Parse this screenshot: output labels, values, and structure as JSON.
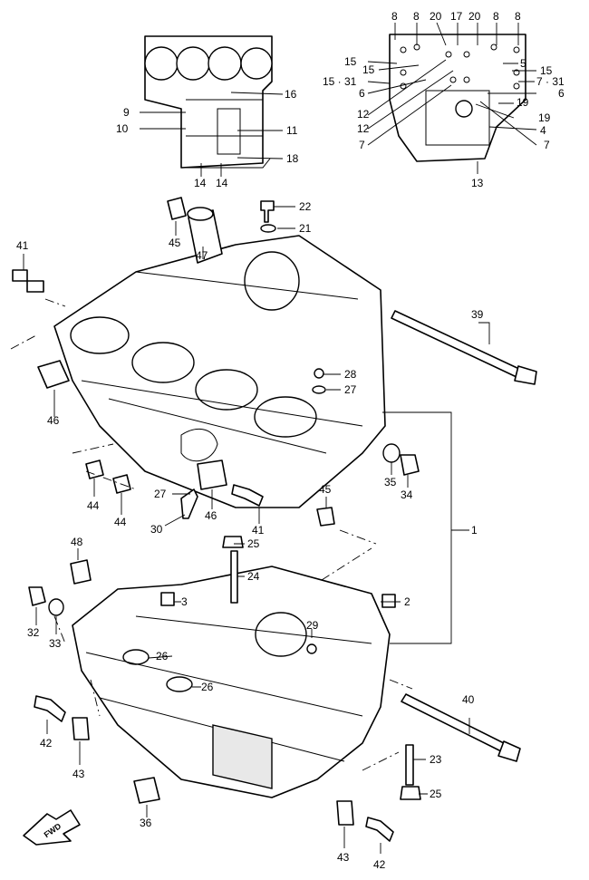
{
  "callouts": {
    "c8a": "8",
    "c8b": "8",
    "c20a": "20",
    "c17": "17",
    "c20b": "20",
    "c8c": "8",
    "c8d": "8",
    "c15a": "15",
    "c15b": "15",
    "c5": "5",
    "c15c": "15",
    "c15_31": "15 · 31",
    "c7_31": "7 · 31",
    "c6a": "6",
    "c6b": "6",
    "c12a": "12",
    "c12b": "12",
    "c19a": "19",
    "c19b": "19",
    "c4": "4",
    "c7a": "7",
    "c7b": "7",
    "c13": "13",
    "c9": "9",
    "c10": "10",
    "c16": "16",
    "c11": "11",
    "c18": "18",
    "c14a": "14",
    "c14b": "14",
    "c22": "22",
    "c21": "21",
    "c45a": "45",
    "c47": "47",
    "c41a": "41",
    "c39": "39",
    "c28": "28",
    "c27a": "27",
    "c46a": "46",
    "c44a": "44",
    "c44b": "44",
    "c27b": "27",
    "c30": "30",
    "c46b": "46",
    "c41b": "41",
    "c35": "35",
    "c34": "34",
    "c45b": "45",
    "c1": "1",
    "c25a": "25",
    "c24": "24",
    "c48": "48",
    "c3": "3",
    "c2": "2",
    "c32": "32",
    "c33": "33",
    "c29": "29",
    "c26a": "26",
    "c26b": "26",
    "c40": "40",
    "c42a": "42",
    "c43a": "43",
    "c23": "23",
    "c25b": "25",
    "c36": "36",
    "c43b": "43",
    "c42b": "42"
  },
  "fwd_label": "FWD"
}
